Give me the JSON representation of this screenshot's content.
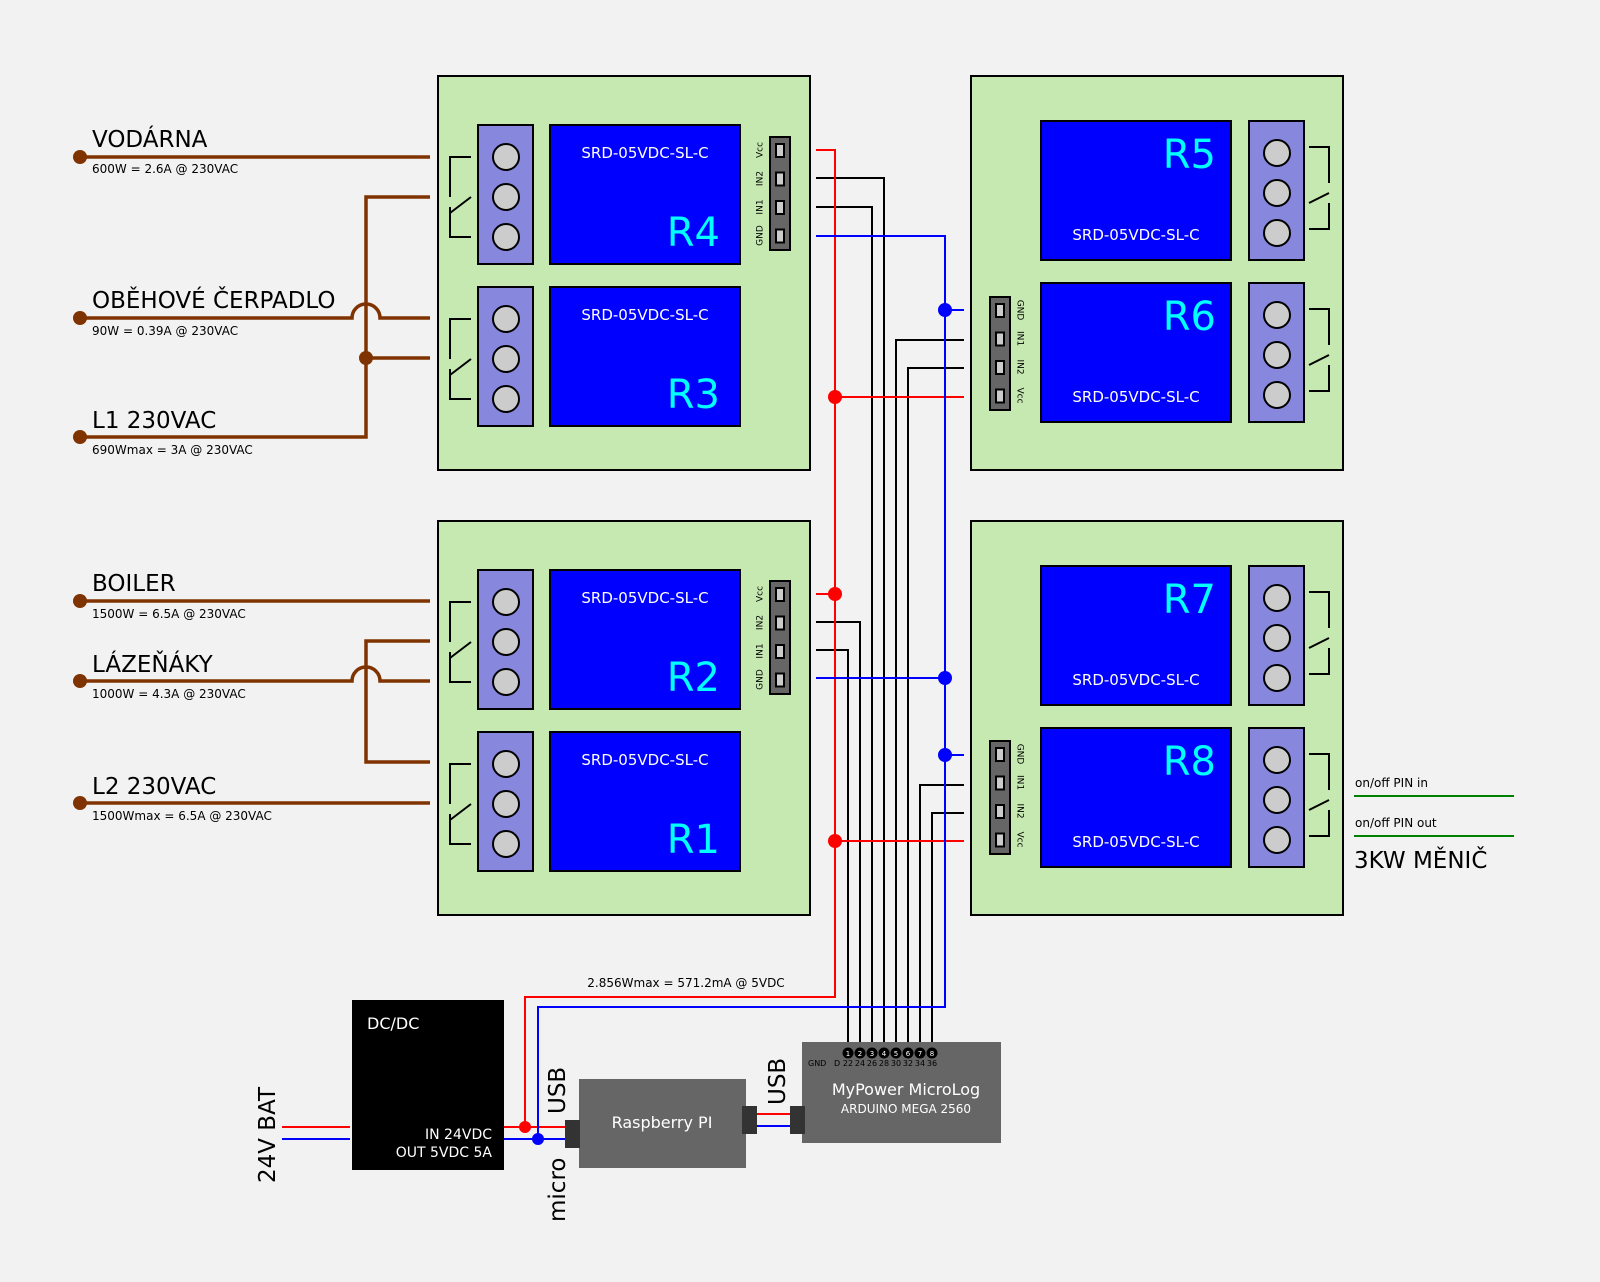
{
  "loads": [
    {
      "name": "VODÁRNA",
      "spec": "600W = 2.6A @ 230VAC"
    },
    {
      "name": "OBĚHOVÉ ČERPADLO",
      "spec": "90W = 0.39A @ 230VAC"
    },
    {
      "name": "L1 230VAC",
      "spec": "690Wmax = 3A @ 230VAC"
    },
    {
      "name": "BOILER",
      "spec": "1500W = 6.5A @ 230VAC"
    },
    {
      "name": "LÁZEŇÁKY",
      "spec": "1000W = 4.3A @ 230VAC"
    },
    {
      "name": "L2 230VAC",
      "spec": "1500Wmax = 6.5A @ 230VAC"
    }
  ],
  "relays": {
    "model": "SRD-05VDC-SL-C",
    "labels": [
      "R1",
      "R2",
      "R3",
      "R4",
      "R5",
      "R6",
      "R7",
      "R8"
    ]
  },
  "header_pins": {
    "vcc": "Vcc",
    "in2": "IN2",
    "in1": "IN1",
    "gnd": "GND"
  },
  "inverter": {
    "pin_in": "on/off PIN in",
    "pin_out": "on/off PIN out",
    "name": "3KW MĚNIČ"
  },
  "power_note": "2.856Wmax = 571.2mA @ 5VDC",
  "dcdc": {
    "title": "DC/DC",
    "line1": "IN 24VDC",
    "line2": "OUT 5VDC 5A"
  },
  "battery": "24V BAT",
  "raspberry": {
    "title": "Raspberry PI",
    "usb_in": "USB",
    "micro": "micro",
    "usb_out": "USB"
  },
  "arduino": {
    "title": "MyPower MicroLog",
    "subtitle": "ARDUINO MEGA 2560",
    "gnd": "GND",
    "d": "D",
    "pins": [
      "22",
      "24",
      "26",
      "28",
      "30",
      "32",
      "34",
      "36"
    ],
    "pin_numbers": [
      "1",
      "2",
      "3",
      "4",
      "5",
      "6",
      "7",
      "8"
    ]
  },
  "colors": {
    "ac_wire": "#7f3300",
    "vcc_wire": "#ff0000",
    "gnd_wire": "#0000ff",
    "signal_wire": "#000000",
    "board": "#c6e9b2",
    "relay": "#0000ff",
    "relay_label": "#00ffff",
    "terminal": "#8787de",
    "inverter_wire": "#008000"
  }
}
